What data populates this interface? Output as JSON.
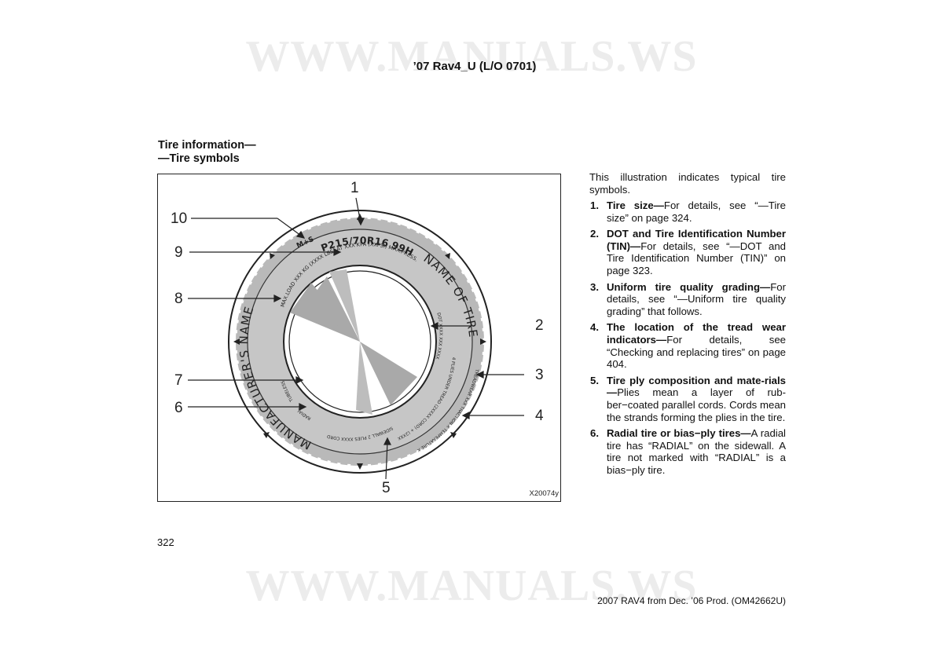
{
  "watermark": {
    "text": "WWW.MANUALS.WS"
  },
  "header": {
    "code": "’07 Rav4_U (L/O 0701)"
  },
  "section": {
    "title_line1": "Tire information—",
    "title_line2": "—Tire symbols"
  },
  "figure": {
    "code": "X20074y",
    "callouts": [
      "1",
      "2",
      "3",
      "4",
      "5",
      "6",
      "7",
      "8",
      "9",
      "10"
    ],
    "tire_text": {
      "size": "P215/70R16  99H",
      "ms": "M+S",
      "max_press": "MAX.LOAD XXX KG (XXXX LBS) AT XXX KPA (XXPSI) MAX.PRESS.",
      "name_of_tire": "NAME OF TIRE",
      "dot": "DOT XXXX XXX XXXX",
      "plies_tread": "4  PLIES UNDER TREAD (2XXXX CORD) + (2XXXX CORD)",
      "tread_wear": "TREADWEAR XXX TRACTION X TEMPERATURE X",
      "sidewall": "SIDEWALL 2 PLIES XXXX CORD",
      "tubeless": "TUBELESS",
      "radial": "RADIAL",
      "manufacturer": "MANUFACTURER'S NAME"
    }
  },
  "intro": "This illustration indicates typical tire symbols.",
  "items": [
    {
      "num": "1.",
      "head": "Tire size—",
      "text": "For details, see “—Tire size” on page 324."
    },
    {
      "num": "2.",
      "head": "DOT and Tire Identification Number (TIN)—",
      "text": "For details, see “—DOT and Tire Identification Number (TIN)” on page 323."
    },
    {
      "num": "3.",
      "head": "Uniform tire quality grading—",
      "text": "For details, see “—Uniform tire quality grading” that follows."
    },
    {
      "num": "4.",
      "head": "The location of the tread wear indicators—",
      "text": "For details, see “Checking and replacing tires” on page 404."
    },
    {
      "num": "5.",
      "head": "Tire ply composition and mate-rials—",
      "text": "Plies mean a layer of rub-ber−coated parallel cords. Cords mean the strands forming the plies in the tire."
    },
    {
      "num": "6.",
      "head": "Radial tire or bias−ply tires—",
      "text": "A radial tire has “RADIAL” on the sidewall. A tire not marked with “RADIAL” is a bias−ply tire."
    }
  ],
  "footer": {
    "page_number": "322",
    "text": "2007 RAV4 from Dec. ’06 Prod. (OM42662U)"
  }
}
